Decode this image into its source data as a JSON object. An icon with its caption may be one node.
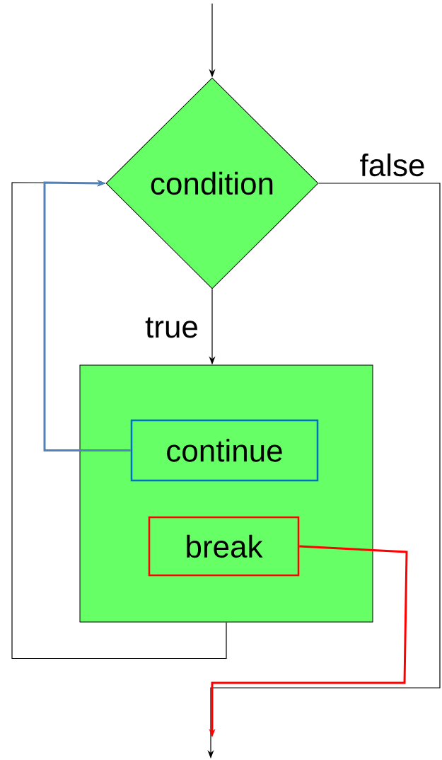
{
  "diagram": {
    "nodes": [
      {
        "text": [
          "condition"
        ]
      },
      {
        "text": [],
        "shape": "box"
      },
      {
        "text": [
          "continue"
        ],
        "in": 1
      },
      {
        "text": [
          "break"
        ],
        "in": 1
      }
    ],
    "edges": [
      {
        "from": null,
        "to": 0,
        "arrow": "to"
      },
      {
        "from": 0,
        "to": 1,
        "arrow": "to",
        "label": "true"
      },
      {
        "from": 1,
        "to": 0,
        "arrow": "to"
      },
      {
        "from": 2,
        "to": 0,
        "arrow": "to",
        "style": "thick",
        "color": "#4f81bd"
      },
      {
        "from": 0,
        "to": null,
        "arrow": "to",
        "label": "false"
      },
      {
        "from": 3,
        "to": null,
        "arrow": "to",
        "style": "thick",
        "color": "#ff0000"
      }
    ]
  }
}
